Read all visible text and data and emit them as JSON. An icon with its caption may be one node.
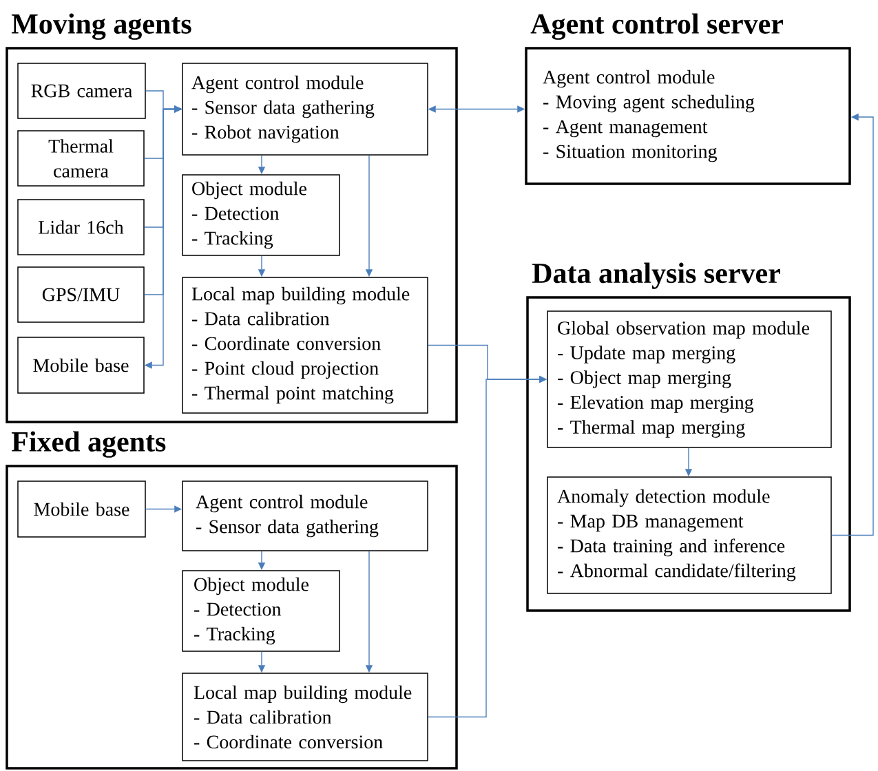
{
  "diagram": {
    "nodes": [
      {
        "text": [
          "Moving agents"
        ]
      },
      {
        "text": [
          "RGB camera"
        ],
        "in": 0
      },
      {
        "text": [
          "Thermal camera"
        ],
        "in": 0
      },
      {
        "text": [
          "Lidar 16ch"
        ],
        "in": 0
      },
      {
        "text": [
          "GPS/IMU"
        ],
        "in": 0
      },
      {
        "text": [
          "Mobile base"
        ],
        "in": 0
      },
      {
        "text": [
          "Agent control module",
          "- Sensor data gathering",
          "- Robot navigation"
        ],
        "in": 0
      },
      {
        "text": [
          "Object module",
          "- Detection",
          "- Tracking"
        ],
        "in": 0
      },
      {
        "text": [
          "Local map building module",
          "- Data calibration",
          "- Coordinate conversion",
          "- Point cloud projection",
          "- Thermal point matching"
        ],
        "in": 0
      },
      {
        "text": [
          "Fixed agents"
        ]
      },
      {
        "text": [
          "Mobile base"
        ],
        "in": 9
      },
      {
        "text": [
          "Agent control module",
          "- Sensor data gathering"
        ],
        "in": 9
      },
      {
        "text": [
          "Object module",
          "- Detection",
          "- Tracking"
        ],
        "in": 9
      },
      {
        "text": [
          "Local map building module",
          "- Data calibration",
          "- Coordinate conversion"
        ],
        "in": 9
      },
      {
        "text": [
          "Agent control server",
          "Agent control module",
          "- Moving agent scheduling",
          "- Agent management",
          "- Situation monitoring"
        ]
      },
      {
        "text": [
          "Data analysis server"
        ]
      },
      {
        "text": [
          "Global observation map module",
          "- Update map merging",
          "- Object map merging",
          "- Elevation map merging",
          "- Thermal map merging"
        ],
        "in": 15
      },
      {
        "text": [
          "Anomaly detection module",
          "- Map DB management",
          "- Data training and inference",
          "- Abnormal candidate/filtering"
        ],
        "in": 15
      }
    ],
    "edges": [
      {
        "from": 1,
        "to": 6,
        "arrow": "to"
      },
      {
        "from": 2,
        "to": 6,
        "arrow": "to"
      },
      {
        "from": 3,
        "to": 6,
        "arrow": "to"
      },
      {
        "from": 4,
        "to": 6,
        "arrow": "to"
      },
      {
        "from": 6,
        "to": 5,
        "arrow": "to"
      },
      {
        "from": 6,
        "to": 14,
        "arrow": "both"
      },
      {
        "from": 6,
        "to": 7,
        "arrow": "to"
      },
      {
        "from": 7,
        "to": 8,
        "arrow": "to"
      },
      {
        "from": 6,
        "to": 8,
        "arrow": "to"
      },
      {
        "from": 8,
        "to": 16,
        "arrow": "to"
      },
      {
        "from": 13,
        "to": 16,
        "arrow": "to"
      },
      {
        "from": 10,
        "to": 11,
        "arrow": "to"
      },
      {
        "from": 11,
        "to": 12,
        "arrow": "to"
      },
      {
        "from": 12,
        "to": 13,
        "arrow": "to"
      },
      {
        "from": 11,
        "to": 13,
        "arrow": "to"
      },
      {
        "from": 16,
        "to": 17,
        "arrow": "to"
      },
      {
        "from": 17,
        "to": 14,
        "arrow": "to"
      }
    ]
  }
}
